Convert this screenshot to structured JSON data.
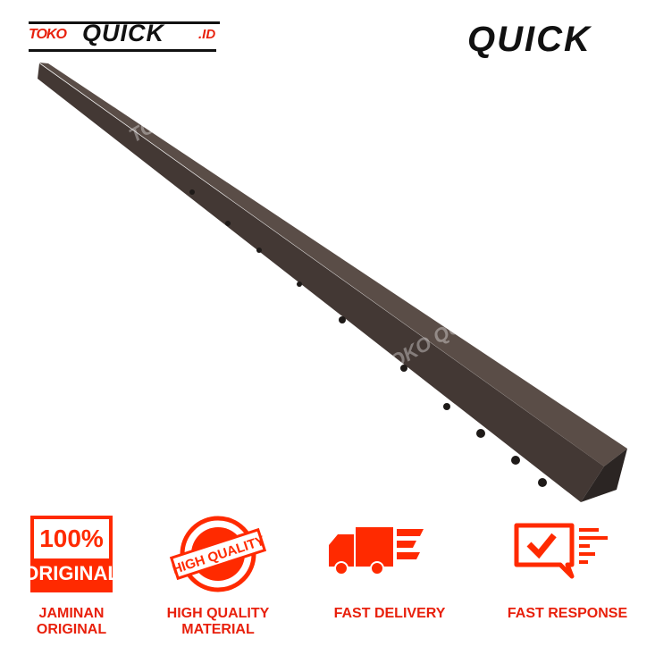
{
  "logos": {
    "left": {
      "toko": "TOKO",
      "quick": "QUICK",
      "id": ".ID"
    },
    "right": "QUICK"
  },
  "watermark": "TOKO QUICK.ID",
  "badges": [
    {
      "icon": "original-badge-icon",
      "top": "100%",
      "bottom": "ORIGINAL",
      "label1": "JAMINAN",
      "label2": "ORIGINAL"
    },
    {
      "icon": "high-quality-stamp-icon",
      "stamp": "HIGH QUALITY",
      "label1": "HIGH QUALITY",
      "label2": "MATERIAL"
    },
    {
      "icon": "delivery-truck-icon",
      "label1": "FAST DELIVERY"
    },
    {
      "icon": "chat-check-icon",
      "label1": "FAST RESPONSE"
    }
  ],
  "colors": {
    "accent": "#ff2a00",
    "text_red": "#e8200c",
    "bar": "#4a3f3a"
  }
}
